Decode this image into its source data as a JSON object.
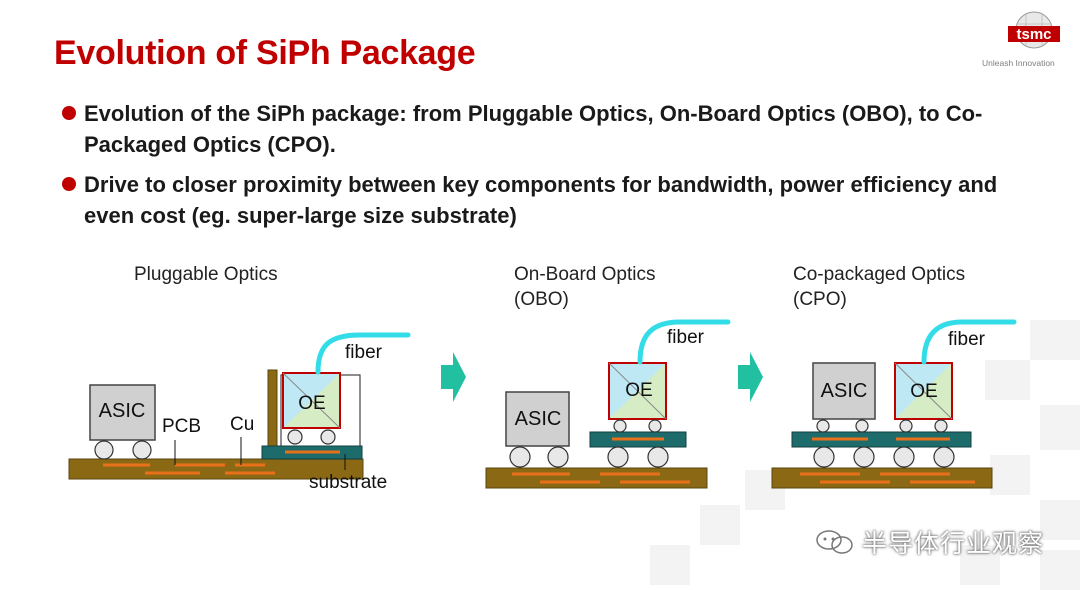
{
  "slide": {
    "title": "Evolution of SiPh Package",
    "brand": {
      "logo_text": "tsmc",
      "tagline": "Unleash Innovation",
      "color": "#c00000"
    },
    "bullets": [
      "Evolution of the SiPh package: from Pluggable Optics, On-Board Optics (OBO), to Co-Packaged Optics (CPO).",
      "Drive to closer proximity between key components for bandwidth, power efficiency and even cost (eg. super-large size substrate)"
    ],
    "watermark": "半导体行业观察"
  },
  "diagram": {
    "colors": {
      "pcb": "#8b6914",
      "trace": "#e8701a",
      "substrate": "#1e6b6b",
      "chip": "#d0d0d0",
      "fiber": "#33dde8",
      "arrow": "#20c0a0",
      "oe_border": "#c00000"
    },
    "panels": [
      {
        "title_line1": "Pluggable Optics",
        "title_line2": "",
        "asic": "ASIC",
        "oe": "OE",
        "fiber": "fiber",
        "pcb": "PCB",
        "cu": "Cu",
        "substrate": "substrate"
      },
      {
        "title_line1": "On-Board Optics",
        "title_line2": "(OBO)",
        "asic": "ASIC",
        "oe": "OE",
        "fiber": "fiber"
      },
      {
        "title_line1": "Co-packaged Optics",
        "title_line2": "(CPO)",
        "asic": "ASIC",
        "oe": "OE",
        "fiber": "fiber"
      }
    ]
  }
}
